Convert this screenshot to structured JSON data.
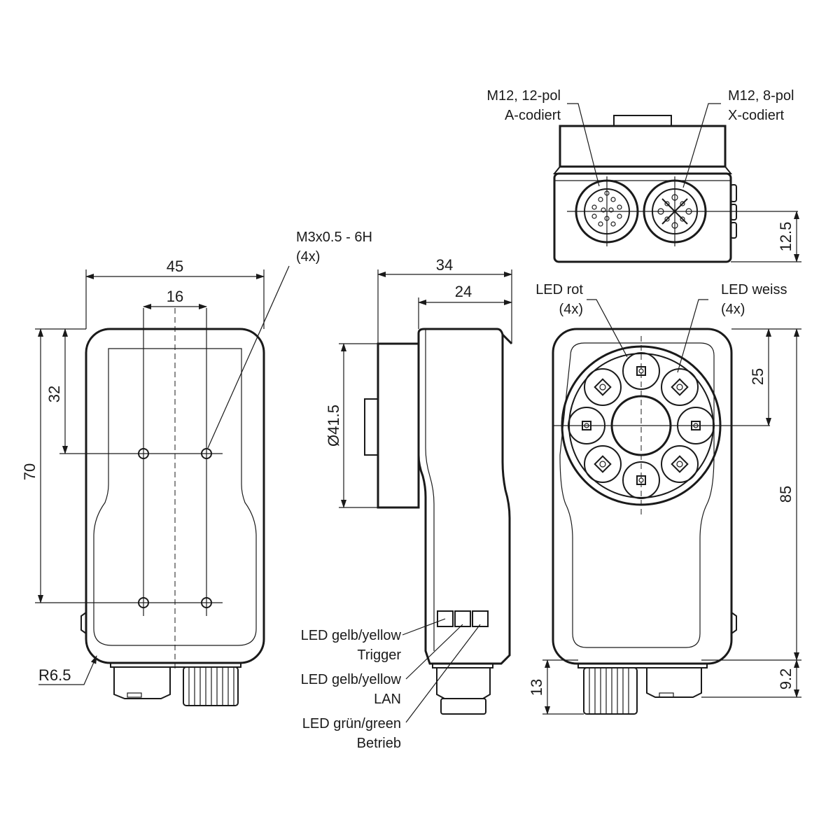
{
  "dimensions": {
    "front_width": "45",
    "hole_spacing_x": "16",
    "hole_spacing_y": "32",
    "front_height": "70",
    "corner_radius": "R6.5",
    "side_depth": "34",
    "side_body_depth": "24",
    "lens_diameter": "Ø41.5",
    "rear_connector_offset": "12.5",
    "ring_offset": "25",
    "total_height": "85",
    "connector_length": "13",
    "connector_offset": "9.2"
  },
  "labels": {
    "thread_line1": "M3x0.5 - 6H",
    "thread_line2": "(4x)",
    "m12_12pol_line1": "M12, 12-pol",
    "m12_12pol_line2": "A-codiert",
    "m12_8pol_line1": "M12, 8-pol",
    "m12_8pol_line2": "X-codiert",
    "led_red_line1": "LED rot",
    "led_red_line2": "(4x)",
    "led_white_line1": "LED weiss",
    "led_white_line2": "(4x)",
    "led_trigger_line1": "LED gelb/yellow",
    "led_trigger_line2": "Trigger",
    "led_lan_line1": "LED gelb/yellow",
    "led_lan_line2": "LAN",
    "led_power_line1": "LED grün/green",
    "led_power_line2": "Betrieb"
  }
}
